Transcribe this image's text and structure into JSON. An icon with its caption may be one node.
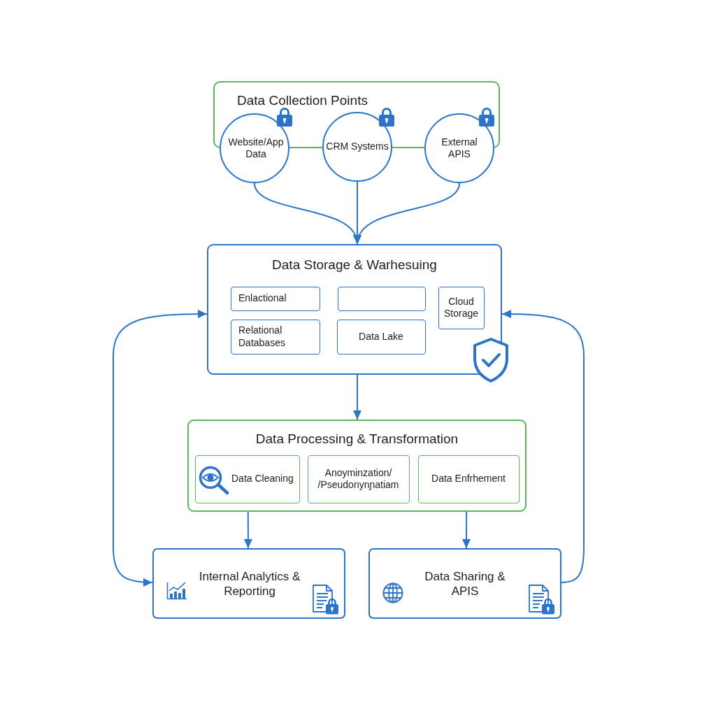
{
  "diagram": {
    "nodes": [
      {
        "text": [
          "Data Collection Points"
        ]
      },
      {
        "text": [
          "Website/App Data"
        ]
      },
      {
        "text": [
          "CRM Systems"
        ]
      },
      {
        "text": [
          "External APIS"
        ]
      },
      {
        "text": [
          "Data Storage & Warhesuing"
        ]
      },
      {
        "text": [
          "Enlactional"
        ],
        "in": 4
      },
      {
        "text": [],
        "shape": "box",
        "in": 4
      },
      {
        "text": [
          "Cloud Storage"
        ],
        "in": 4
      },
      {
        "text": [
          "Relational Databases"
        ],
        "in": 4
      },
      {
        "text": [
          "Data Lake"
        ],
        "in": 4
      },
      {
        "text": [
          "Data Processing & Transformation"
        ]
      },
      {
        "text": [
          "Data Cleaning"
        ],
        "in": 10
      },
      {
        "text": [
          "Anoyminzation/ /Pseudonynɲatiam"
        ],
        "in": 10
      },
      {
        "text": [
          "Data Enfrhement"
        ],
        "in": 10
      },
      {
        "text": [
          "Internal Analytics & Reporting"
        ]
      },
      {
        "text": [
          "Data Sharing & APIS"
        ]
      }
    ],
    "edges": [
      {
        "from": 1,
        "to": 4,
        "arrow": "to"
      },
      {
        "from": 2,
        "to": 4,
        "arrow": "to"
      },
      {
        "from": 3,
        "to": 4,
        "arrow": "to"
      },
      {
        "from": 4,
        "to": 10,
        "arrow": "to"
      },
      {
        "from": 10,
        "to": 14,
        "arrow": "to"
      },
      {
        "from": 10,
        "to": 15,
        "arrow": "to"
      },
      {
        "from": 14,
        "to": 4,
        "arrow": "both"
      },
      {
        "from": 15,
        "to": 4,
        "arrow": "to"
      }
    ]
  }
}
